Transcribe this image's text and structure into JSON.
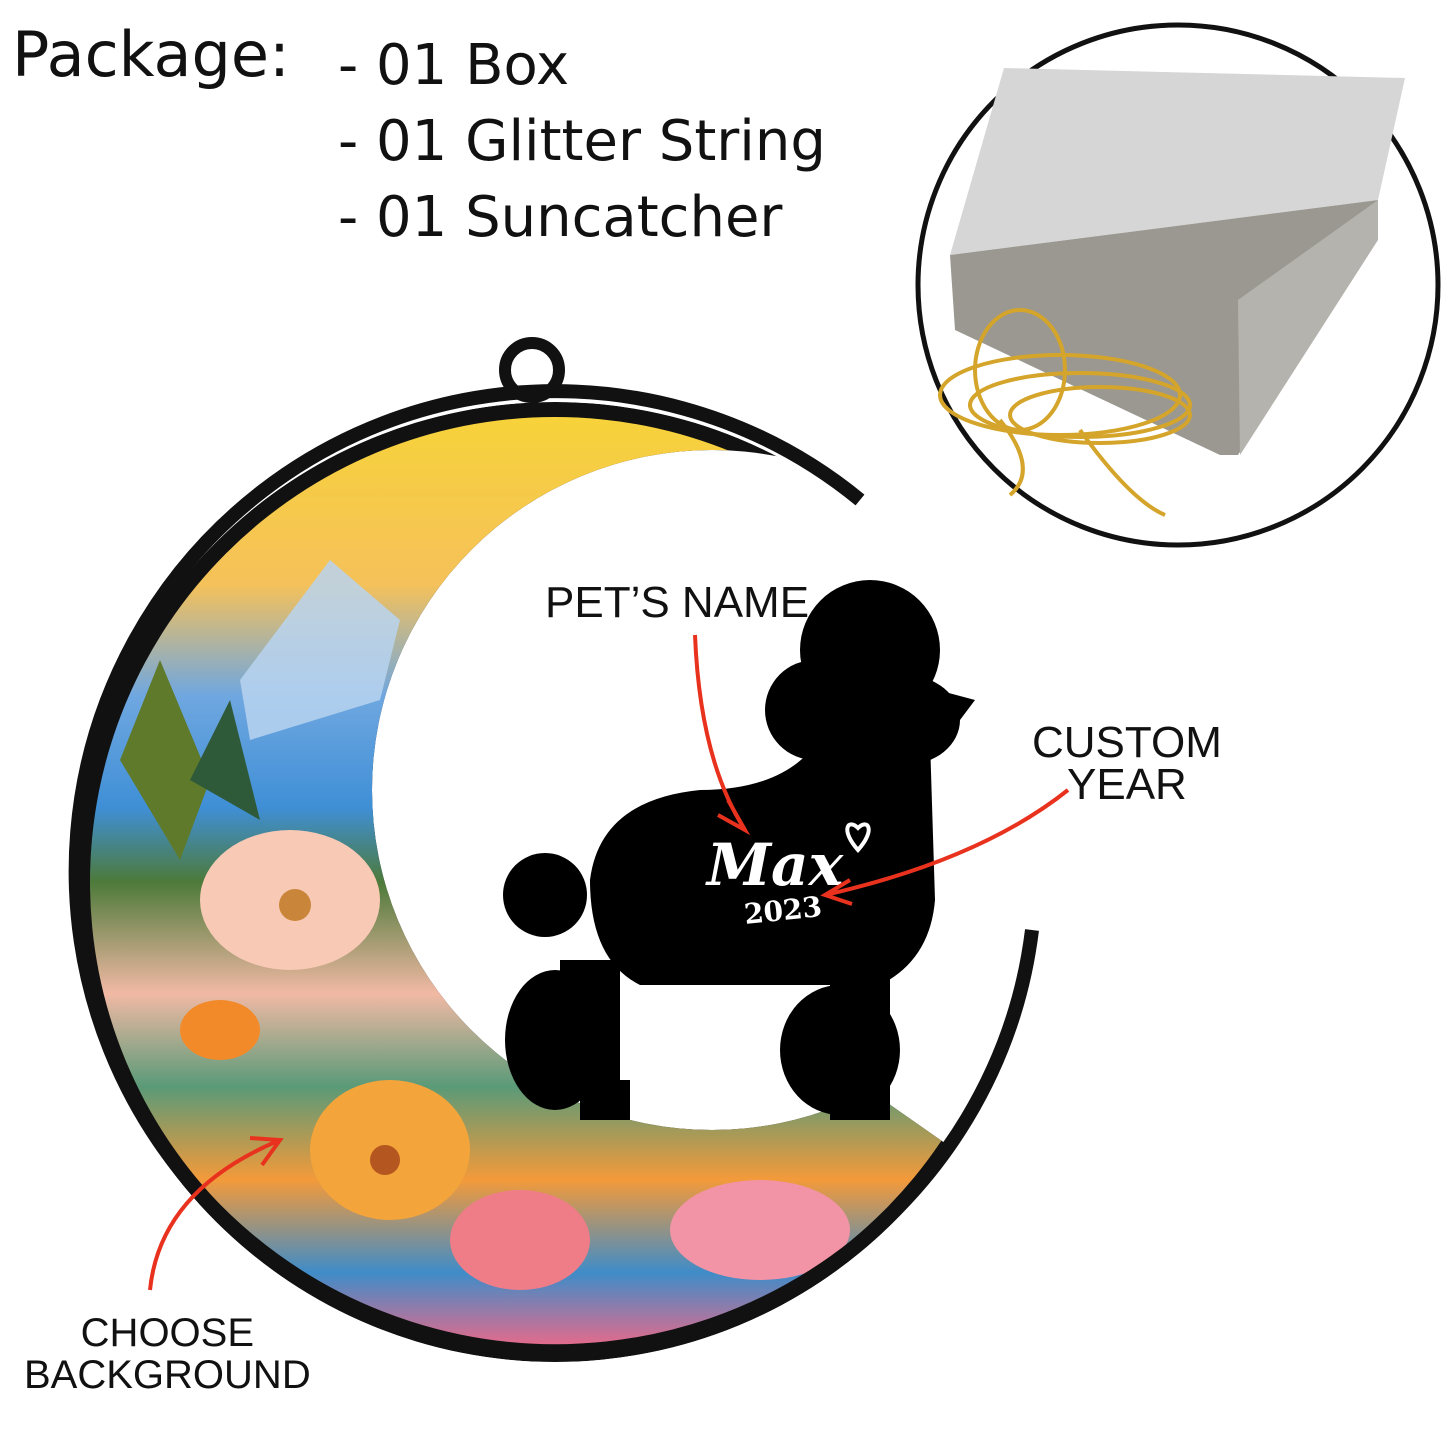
{
  "package": {
    "title": "Package:",
    "items": [
      "- 01 Box",
      "- 01 Glitter String",
      "- 01 Suncatcher"
    ]
  },
  "ornament": {
    "pet_name": "Max",
    "year": "2023"
  },
  "labels": {
    "pet_name": "PET’S NAME",
    "custom_year_line1": "CUSTOM",
    "custom_year_line2": "YEAR",
    "choose_bg_line1": "CHOOSE",
    "choose_bg_line2": "BACKGROUND"
  },
  "colors": {
    "arrow": "#e8321e",
    "outline": "#111111"
  }
}
